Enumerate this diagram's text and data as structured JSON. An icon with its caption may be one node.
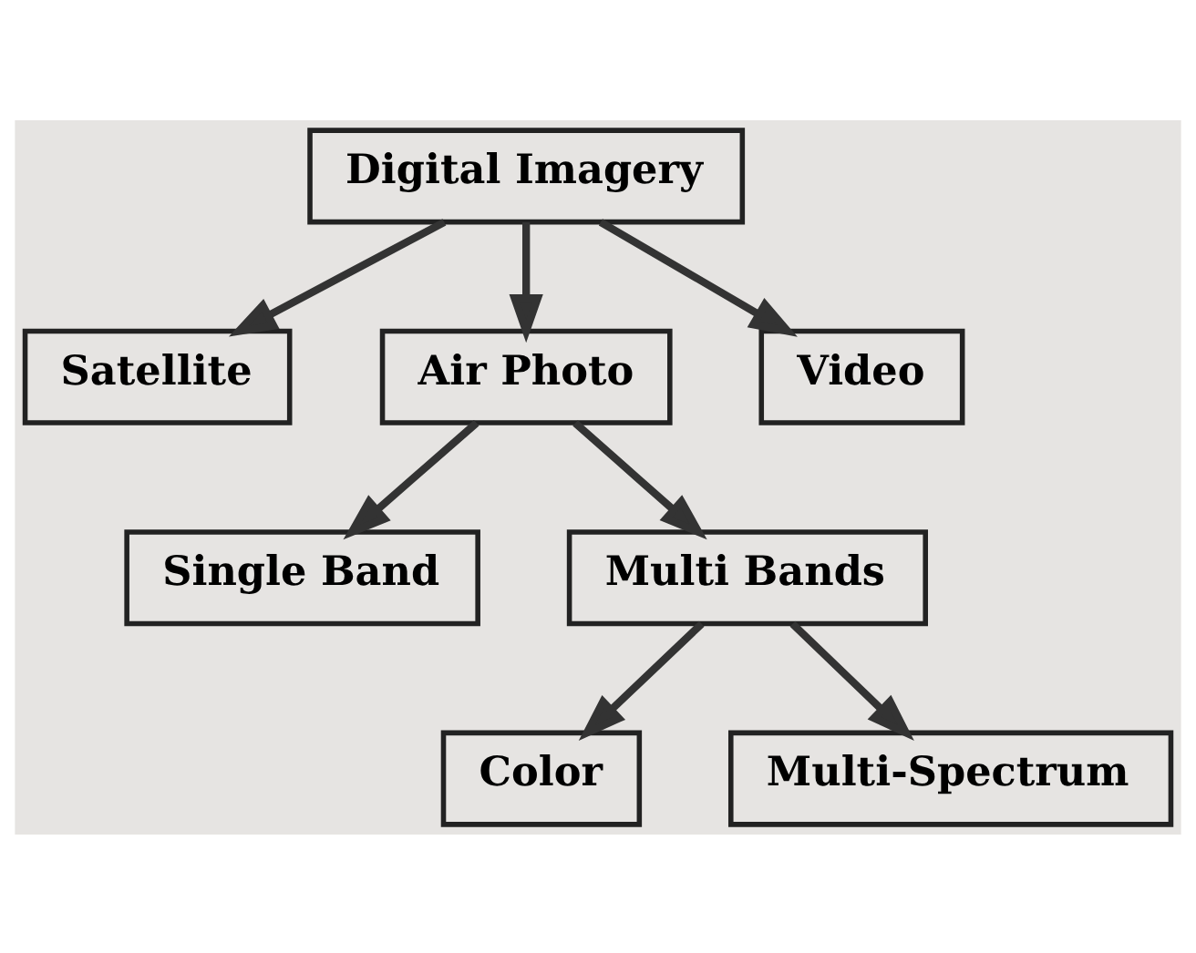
{
  "diagram": {
    "nodes": [
      {
        "text": [
          "Digital Imagery"
        ]
      },
      {
        "text": [
          "Satellite"
        ]
      },
      {
        "text": [
          "Air Photo"
        ]
      },
      {
        "text": [
          "Video"
        ]
      },
      {
        "text": [
          "Single Band"
        ]
      },
      {
        "text": [
          "Multi Bands"
        ]
      },
      {
        "text": [
          "Color"
        ]
      },
      {
        "text": [
          "Multi-Spectrum"
        ]
      }
    ],
    "edges": [
      {
        "from": 0,
        "to": 1,
        "arrow": "to"
      },
      {
        "from": 0,
        "to": 2,
        "arrow": "to"
      },
      {
        "from": 0,
        "to": 3,
        "arrow": "to"
      },
      {
        "from": 2,
        "to": 4,
        "arrow": "to"
      },
      {
        "from": 2,
        "to": 5,
        "arrow": "to"
      },
      {
        "from": 5,
        "to": 6,
        "arrow": "to"
      },
      {
        "from": 5,
        "to": 7,
        "arrow": "to"
      }
    ]
  }
}
